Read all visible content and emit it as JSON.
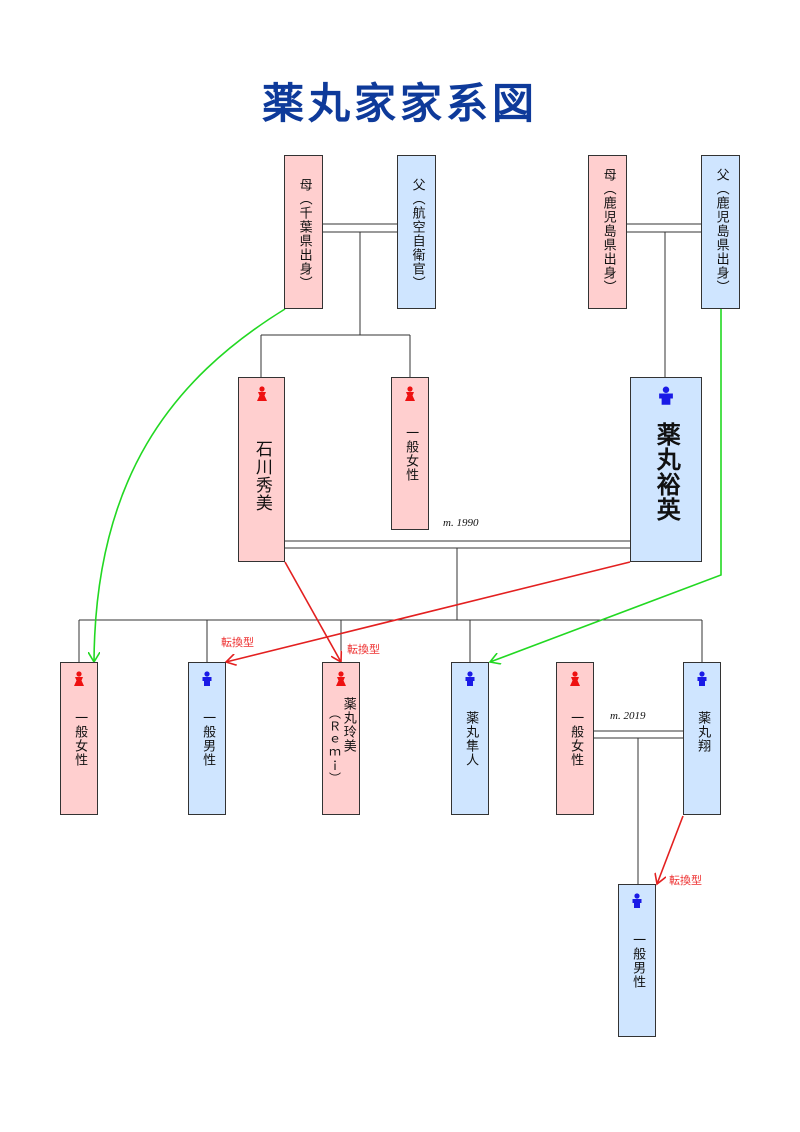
{
  "title": "薬丸家家系図",
  "colors": {
    "female": "#ffcfcf",
    "male": "#cfe5ff",
    "title": "#0e3a9a",
    "transfer_arrow": "#e32020",
    "green_arrow": "#22d822",
    "female_icon": "#ee1111",
    "male_icon": "#1a1ae6"
  },
  "people": {
    "gm_chiba": {
      "label": "母（千葉県出身）",
      "gender": "female"
    },
    "gf_jasdf": {
      "label": "父（航空自衛官）",
      "gender": "male"
    },
    "gm_kagoshima": {
      "label": "母（鹿児島県出身）",
      "gender": "female"
    },
    "gf_kagoshima": {
      "label": "父（鹿児島県出身）",
      "gender": "male"
    },
    "ishikawa_hidemi": {
      "label": "石川秀美",
      "gender": "female"
    },
    "aunt": {
      "label": "一般女性",
      "gender": "female"
    },
    "yakumaru_hiroyuki": {
      "label": "薬丸裕英",
      "gender": "male"
    },
    "child1": {
      "label": "一般女性",
      "gender": "female"
    },
    "child2": {
      "label": "一般男性",
      "gender": "male"
    },
    "remi_name": {
      "label": "薬丸玲美",
      "gender": "female"
    },
    "remi_alias": {
      "label": "（Ｒｅｍｉ）"
    },
    "hayato": {
      "label": "薬丸隼人",
      "gender": "male"
    },
    "sho_wife": {
      "label": "一般女性",
      "gender": "female"
    },
    "sho": {
      "label": "薬丸翔",
      "gender": "male"
    },
    "grandchild": {
      "label": "一般男性",
      "gender": "male"
    }
  },
  "marriages": {
    "m1990": "m. 1990",
    "m2019": "m. 2019"
  },
  "annotations": {
    "transfer1": "転換型",
    "transfer2": "転換型",
    "transfer3": "転換型"
  }
}
